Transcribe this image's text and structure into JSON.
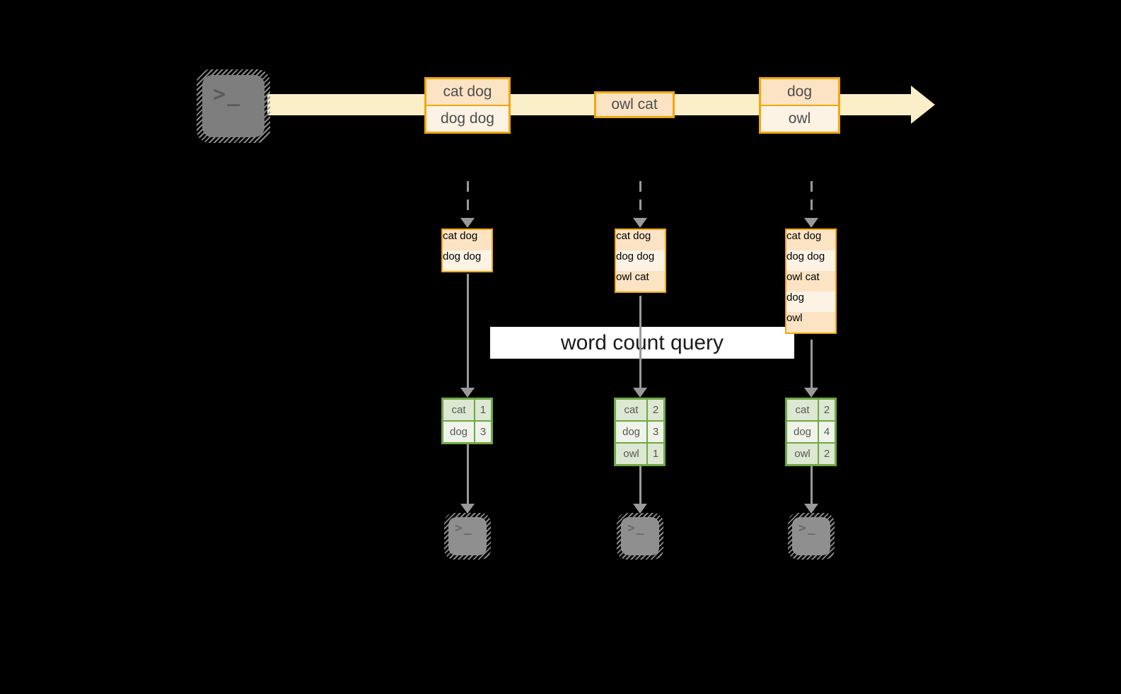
{
  "query_label": "word count query",
  "terminal": {
    "prompt_glyph": ">_"
  },
  "stream": {
    "batches": [
      {
        "rows": [
          "cat dog",
          "dog dog"
        ]
      },
      {
        "rows": [
          "owl cat"
        ]
      },
      {
        "rows": [
          "dog",
          "owl"
        ]
      }
    ]
  },
  "columns": [
    {
      "batch_rows": [
        "cat dog",
        "dog dog"
      ],
      "counts": [
        {
          "word": "cat",
          "count": "1"
        },
        {
          "word": "dog",
          "count": "3"
        }
      ]
    },
    {
      "batch_rows": [
        "cat dog",
        "dog dog",
        "owl cat"
      ],
      "counts": [
        {
          "word": "cat",
          "count": "2"
        },
        {
          "word": "dog",
          "count": "3"
        },
        {
          "word": "owl",
          "count": "1"
        }
      ]
    },
    {
      "batch_rows": [
        "cat dog",
        "dog dog",
        "owl cat",
        "dog",
        "owl"
      ],
      "counts": [
        {
          "word": "cat",
          "count": "2"
        },
        {
          "word": "dog",
          "count": "4"
        },
        {
          "word": "owl",
          "count": "2"
        }
      ]
    }
  ],
  "colors": {
    "background": "#000000",
    "stream_band": "#FAEFC9",
    "batch_border": "#F1A70E",
    "batch_row_dark": "#FBE3C4",
    "batch_row_light": "#FDF3E4",
    "table_border": "#6FA845",
    "table_row_dark": "#DCE8D2",
    "table_row_light": "#EFF3EA",
    "arrow_gray": "#999999",
    "terminal_gray": "#7E7E7E",
    "label_background": "#FFFFFF",
    "label_text": "#1B1B1B",
    "box_text": "#4D4D4D"
  }
}
